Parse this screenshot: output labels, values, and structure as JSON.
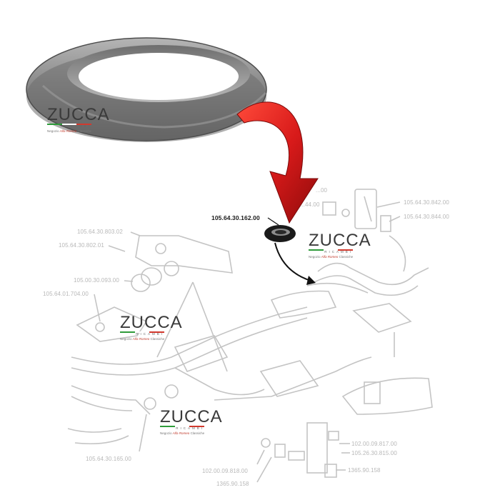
{
  "brand": {
    "name": "ZUCCA",
    "city": "RICAMBI",
    "tagline_prefix": "Negozio",
    "tagline_brand": "Alfa Romeo",
    "tagline_suffix": "Classiche",
    "flag_colors": [
      "#2e9b3a",
      "#ffffff",
      "#d23a2e"
    ]
  },
  "highlighted_part": {
    "code": "105.64.30.162.00"
  },
  "part_labels": {
    "p1": "105.64.30.803.02",
    "p2": "105.64.30.802.01",
    "p3": "105.00.30.093.00",
    "p4": "105.64.01.704.00",
    "p5": "105.64.30.165.00",
    "p6": "105.64.30.842.00",
    "p7": "105.64.30.844.00",
    "p8": "102.00.09.817.00",
    "p9": "105.26.30.815.00",
    "p10": "1365.90.158",
    "p11": "102.00.09.818.00",
    "p12": "1365.90.158",
    "p13": "...00",
    "p14": "...44.00"
  },
  "colors": {
    "arrow_red": "#d81a1a",
    "diagram_line": "#c4c4c4",
    "gasket_metal": "#8f8f8f"
  }
}
